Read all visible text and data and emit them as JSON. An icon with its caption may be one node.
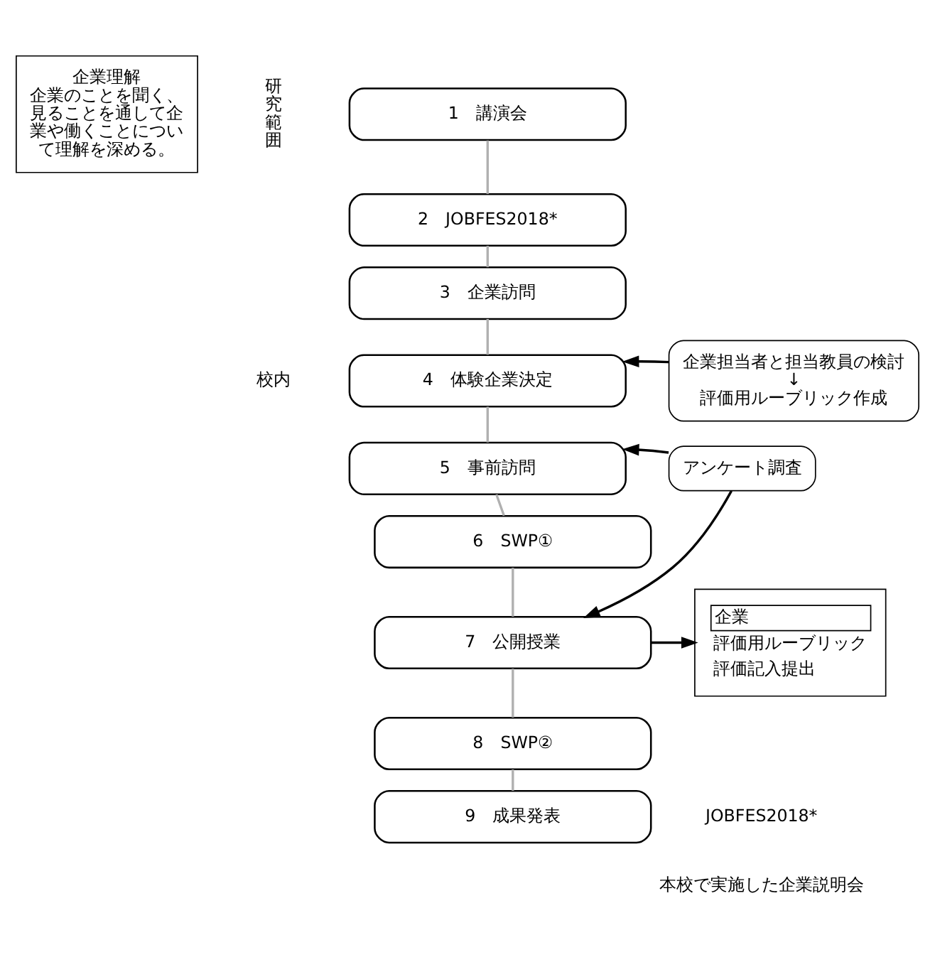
{
  "diagram": {
    "nodes": [
      {
        "text": [
          "1　講演会"
        ]
      },
      {
        "text": [
          "2　JOBFES2018*"
        ]
      },
      {
        "text": [
          "3　企業訪問"
        ]
      },
      {
        "text": [
          "企業理解",
          "企業のことを聞く、見ることを通して企業や働くことについて理解を深める。"
        ]
      },
      {
        "text": [
          "4　体験企業決定"
        ]
      },
      {
        "text": [
          "企業担当者と担当教員の検討",
          "↓",
          "評価用ルーブリック作成"
        ]
      },
      {
        "text": [
          "5　事前訪問"
        ]
      },
      {
        "text": [
          "アンケート調査"
        ]
      },
      {
        "text": [
          "6　SWP①"
        ]
      },
      {
        "text": [
          "7　公開授業"
        ]
      },
      {
        "text": [
          "企業",
          "評価用ルーブリック",
          "評価記入提出"
        ]
      },
      {
        "text": [
          "8　SWP②"
        ]
      },
      {
        "text": [
          "9　成果発表"
        ]
      }
    ],
    "edges": [
      {
        "from": 0,
        "to": 1,
        "arrow": "none"
      },
      {
        "from": 1,
        "to": 2,
        "arrow": "none"
      },
      {
        "from": 2,
        "to": 4,
        "arrow": "none"
      },
      {
        "from": 4,
        "to": 6,
        "arrow": "none"
      },
      {
        "from": 6,
        "to": 8,
        "arrow": "none"
      },
      {
        "from": 8,
        "to": 9,
        "arrow": "none"
      },
      {
        "from": 9,
        "to": 11,
        "arrow": "none"
      },
      {
        "from": 11,
        "to": 12,
        "arrow": "none"
      },
      {
        "from": 5,
        "to": 4,
        "arrow": "to",
        "color": "#000000"
      },
      {
        "from": 7,
        "to": 6,
        "arrow": "to",
        "color": "#000000"
      },
      {
        "from": 7,
        "to": 9,
        "arrow": "to",
        "color": "#000000"
      },
      {
        "from": 9,
        "to": 10,
        "arrow": "to",
        "color": "#000000"
      }
    ],
    "labels": [
      "研究範囲",
      "校内",
      "JOBFES2018*",
      "本校で実施した企業説明会"
    ]
  }
}
